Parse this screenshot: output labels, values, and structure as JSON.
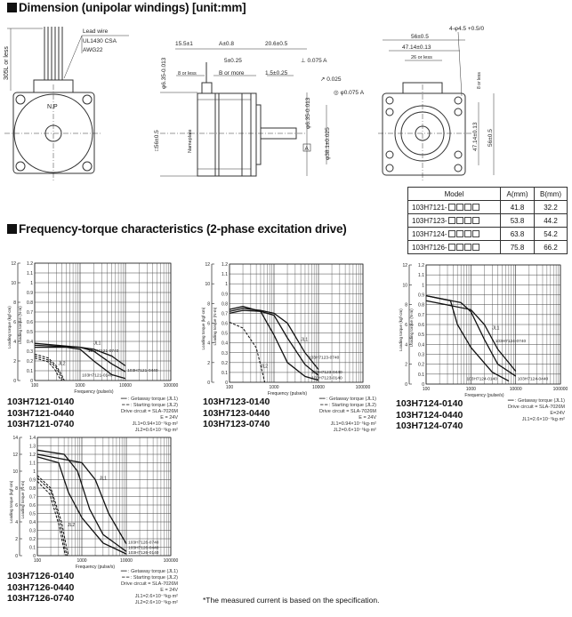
{
  "headings": {
    "dimension": "Dimension (unipolar windings) [unit:mm]",
    "frequency": "Frequency-torque characteristics (2-phase excitation drive)"
  },
  "drawing": {
    "front": {
      "lead_length": "305L or less",
      "lead_wire": "Lead wire",
      "ul": "UL1430 CSA",
      "awg": "AWG22",
      "np": "N.P"
    },
    "side": {
      "d1": "15.5±1",
      "a": "A±0.8",
      "d2": "20.6±0.5",
      "d3": "5±0.25",
      "perp": "⊥ 0.075 A",
      "d4": "8 or less",
      "b": "B or more",
      "d5": "1.5±0.25",
      "runout": "↗ 0.025",
      "conc": "◎ φ0.075 A",
      "shaft1": "φ6.35-0.013",
      "square": "□56±0.5",
      "nameplate": "Nameplate",
      "shaft2": "φ6.35-0.013",
      "pilot": "φ38.1±0.025",
      "datum": "A"
    },
    "rear": {
      "holes": "4-φ4.5 +0.5/0",
      "w56": "56±0.5",
      "w47": "47.14±0.13",
      "w26": "26 or less",
      "h8": "8 or less",
      "h47": "47.14±0.13",
      "h56": "56±0.5"
    }
  },
  "table": {
    "headers": [
      "Model",
      "A(mm)",
      "B(mm)"
    ],
    "rows": [
      [
        "103H7121-",
        "41.8",
        "32.2"
      ],
      [
        "103H7123-",
        "53.8",
        "44.2"
      ],
      [
        "103H7124-",
        "63.8",
        "54.2"
      ],
      [
        "103H7126-",
        "75.8",
        "66.2"
      ]
    ]
  },
  "footnote": "*The measured current is based on the specification.",
  "chart_data": [
    {
      "type": "line",
      "xlabel": "Frequency (pulse/s)",
      "ylabel": "Loading torque (N·m)",
      "ylabel2": "Loading torque (kgf·cm)",
      "xlim": [
        100,
        100000
      ],
      "ylim": [
        0,
        1.2
      ],
      "xticks": [
        "100",
        "1000",
        "10000",
        "100000"
      ],
      "yticks": [
        "0",
        "0.1",
        "0.2",
        "0.3",
        "0.4",
        "0.5",
        "0.6",
        "0.7",
        "0.8",
        "0.9",
        "1",
        "1.1",
        "1.2"
      ],
      "yticks2": [
        "0",
        "2",
        "4",
        "6",
        "8",
        "10",
        "12"
      ],
      "models": [
        "103H7121-0140",
        "103H7121-0440",
        "103H7121-0740"
      ],
      "legend": [
        "━━ : Getaway torque (JL1)",
        "━ ━ : Starting torque (JL2)",
        "Drive circuit = SLA-7026M",
        "E = 24V",
        "JL1=0.94×10⁻⁵kg·m²",
        "JL2=0.6×10⁻⁵kg·m²"
      ],
      "series": [
        {
          "name": "103H7121-0740",
          "style": "solid",
          "x": [
            100,
            1000,
            2000,
            5000,
            10000
          ],
          "y": [
            0.36,
            0.34,
            0.32,
            0.25,
            0.15
          ],
          "label_at": [
            1500,
            0.29
          ]
        },
        {
          "name": "103H7121-0440",
          "style": "solid",
          "x": [
            100,
            1000,
            2000,
            5000,
            10000
          ],
          "y": [
            0.38,
            0.34,
            0.3,
            0.17,
            0.09
          ],
          "label_at": [
            11000,
            0.09
          ]
        },
        {
          "name": "103H7121-0140",
          "style": "solid",
          "x": [
            100,
            500,
            1000,
            2000,
            5000,
            10000
          ],
          "y": [
            0.34,
            0.34,
            0.32,
            0.2,
            0.06,
            0.02
          ],
          "label_at": [
            1100,
            0.04
          ]
        },
        {
          "name": "starting-0740",
          "style": "dashed",
          "x": [
            100,
            200,
            300,
            400,
            450
          ],
          "y": [
            0.27,
            0.23,
            0.15,
            0.05,
            0
          ]
        },
        {
          "name": "starting-0440",
          "style": "dashed",
          "x": [
            100,
            200,
            300,
            380,
            420
          ],
          "y": [
            0.25,
            0.21,
            0.13,
            0.04,
            0
          ]
        },
        {
          "name": "starting-0140",
          "style": "dashed",
          "x": [
            100,
            200,
            280,
            350,
            400
          ],
          "y": [
            0.23,
            0.19,
            0.11,
            0.03,
            0
          ]
        }
      ],
      "annotations": [
        {
          "text": "JL1",
          "at": [
            2000,
            0.37
          ]
        },
        {
          "text": "JL2",
          "at": [
            330,
            0.16
          ]
        }
      ]
    },
    {
      "type": "line",
      "xlabel": "Frequency (pulse/s)",
      "ylabel": "Loading torque (N·m)",
      "ylabel2": "Loading torque (kgf·cm)",
      "xlim": [
        100,
        100000
      ],
      "ylim": [
        0,
        1.2
      ],
      "xticks": [
        "100",
        "1000",
        "10000",
        "100000"
      ],
      "yticks": [
        "0",
        "0.1",
        "0.2",
        "0.3",
        "0.4",
        "0.5",
        "0.6",
        "0.7",
        "0.8",
        "0.9",
        "1",
        "1.1",
        "1.2"
      ],
      "yticks2": [
        "0",
        "2",
        "4",
        "6",
        "8",
        "10",
        "12"
      ],
      "models": [
        "103H7123-0140",
        "103H7123-0440",
        "103H7123-0740"
      ],
      "legend": [
        "━━ : Getaway torque (JL1)",
        "━ ━ : Starting torque (JL2)",
        "Drive circuit = SLA-7026M",
        "E = 24V",
        "JL1=0.94×10⁻⁵kg·m²",
        "JL2=0.6×10⁻⁵kg·m²"
      ],
      "series": [
        {
          "name": "103H7123-0740",
          "style": "solid",
          "x": [
            100,
            200,
            500,
            1000,
            2000,
            5000,
            10000
          ],
          "y": [
            0.72,
            0.75,
            0.73,
            0.7,
            0.6,
            0.3,
            0.13
          ],
          "label_at": [
            6000,
            0.24
          ]
        },
        {
          "name": "103H7123-0440",
          "style": "solid",
          "x": [
            100,
            200,
            500,
            1000,
            2000,
            5000,
            10000
          ],
          "y": [
            0.7,
            0.73,
            0.72,
            0.68,
            0.45,
            0.18,
            0.07
          ],
          "label_at": [
            7000,
            0.09
          ]
        },
        {
          "name": "103H7123-0140",
          "style": "solid",
          "x": [
            100,
            200,
            500,
            1000,
            2000,
            5000,
            10000
          ],
          "y": [
            0.74,
            0.77,
            0.72,
            0.48,
            0.2,
            0.06,
            0.02
          ],
          "label_at": [
            7000,
            0.03
          ]
        },
        {
          "name": "starting",
          "style": "dashed",
          "x": [
            100,
            200,
            400,
            550,
            620
          ],
          "y": [
            0.61,
            0.55,
            0.35,
            0.1,
            0
          ]
        }
      ],
      "annotations": [
        {
          "text": "JL1",
          "at": [
            4000,
            0.42
          ]
        },
        {
          "text": "JL2",
          "at": [
            500,
            0.15
          ]
        }
      ]
    },
    {
      "type": "line",
      "xlabel": "Frequency (pulse/s)",
      "ylabel": "Loading torque (N·m)",
      "ylabel2": "Loading torque (kgf·cm)",
      "xlim": [
        100,
        100000
      ],
      "ylim": [
        0,
        1.2
      ],
      "xticks": [
        "100",
        "1000",
        "10000",
        "100000"
      ],
      "yticks": [
        "0",
        "0.1",
        "0.2",
        "0.3",
        "0.4",
        "0.5",
        "0.6",
        "0.7",
        "0.8",
        "0.9",
        "1",
        "1.1",
        "1.2"
      ],
      "yticks2": [
        "0",
        "2",
        "4",
        "6",
        "8",
        "10",
        "12"
      ],
      "models": [
        "103H7124-0140",
        "103H7124-0440",
        "103H7124-0740"
      ],
      "legend": [
        "━━ : Getaway torque (JL1)",
        "Drive circuit = SLA-7026M",
        "E=24V",
        "JL1=2.6×10⁻⁵kg·m²"
      ],
      "series": [
        {
          "name": "103H7124-0740",
          "style": "solid",
          "x": [
            100,
            1000,
            2000,
            4000,
            10000
          ],
          "y": [
            0.84,
            0.75,
            0.6,
            0.35,
            0.13
          ],
          "label_at": [
            3500,
            0.42
          ]
        },
        {
          "name": "103H7124-0440",
          "style": "solid",
          "x": [
            100,
            600,
            1000,
            2000,
            4000,
            10000
          ],
          "y": [
            0.89,
            0.82,
            0.73,
            0.45,
            0.2,
            0.08
          ],
          "label_at": [
            11000,
            0.04
          ]
        },
        {
          "name": "103H7124-0140",
          "style": "solid",
          "x": [
            100,
            350,
            500,
            1000,
            3000,
            7000
          ],
          "y": [
            0.89,
            0.84,
            0.6,
            0.37,
            0.12,
            0.03
          ],
          "label_at": [
            800,
            0.04
          ]
        }
      ],
      "annotations": [
        {
          "text": "JL1",
          "at": [
            3000,
            0.55
          ]
        }
      ]
    },
    {
      "type": "line",
      "xlabel": "Frequency (pulse/s)",
      "ylabel": "Loading torque (N·m)",
      "ylabel2": "Loading torque (kgf·cm)",
      "xlim": [
        100,
        100000
      ],
      "ylim": [
        0,
        1.4
      ],
      "xticks": [
        "100",
        "1000",
        "10000",
        "100000"
      ],
      "yticks": [
        "0",
        "0.1",
        "0.2",
        "0.3",
        "0.4",
        "0.5",
        "0.6",
        "0.7",
        "0.8",
        "0.9",
        "1",
        "1.1",
        "1.2",
        "1.3",
        "1.4"
      ],
      "yticks2": [
        "0",
        "2",
        "4",
        "6",
        "8",
        "10",
        "12",
        "14"
      ],
      "models": [
        "103H7126-0140",
        "103H7126-0440",
        "103H7126-0740"
      ],
      "legend": [
        "━━ : Getaway torque (JL1)",
        "━ ━ : Starting torque (JL2)",
        "Drive circuit = SLA-7026M",
        "E = 24V",
        "JL1=2.6×10⁻⁵kg·m²",
        "JL2=2.6×10⁻⁵kg·m²"
      ],
      "series": [
        {
          "name": "103H7126-0740",
          "style": "solid",
          "x": [
            100,
            1000,
            2000,
            4000,
            10000
          ],
          "y": [
            1.2,
            1.1,
            0.9,
            0.5,
            0.14
          ],
          "label_at": [
            11000,
            0.14
          ]
        },
        {
          "name": "103H7126-0440",
          "style": "solid",
          "x": [
            100,
            400,
            800,
            1500,
            3000,
            10000
          ],
          "y": [
            1.25,
            1.2,
            1.0,
            0.55,
            0.25,
            0.05
          ],
          "label_at": [
            11000,
            0.08
          ]
        },
        {
          "name": "103H7126-0140",
          "style": "solid",
          "x": [
            100,
            300,
            500,
            1000,
            3000,
            10000
          ],
          "y": [
            1.17,
            1.1,
            0.75,
            0.45,
            0.15,
            0.02
          ],
          "label_at": [
            11000,
            0.02
          ]
        },
        {
          "name": "starting-0740",
          "style": "dashed",
          "x": [
            100,
            200,
            350,
            450,
            500
          ],
          "y": [
            0.95,
            0.8,
            0.4,
            0.1,
            0
          ]
        },
        {
          "name": "starting-0440",
          "style": "dashed",
          "x": [
            100,
            200,
            330,
            420,
            470
          ],
          "y": [
            0.92,
            0.77,
            0.38,
            0.08,
            0
          ]
        },
        {
          "name": "starting-0140",
          "style": "dashed",
          "x": [
            100,
            190,
            310,
            400,
            440
          ],
          "y": [
            0.88,
            0.73,
            0.35,
            0.06,
            0
          ]
        }
      ],
      "annotations": [
        {
          "text": "JL1",
          "at": [
            2500,
            0.9
          ]
        },
        {
          "text": "JL2",
          "at": [
            480,
            0.35
          ]
        }
      ]
    }
  ]
}
